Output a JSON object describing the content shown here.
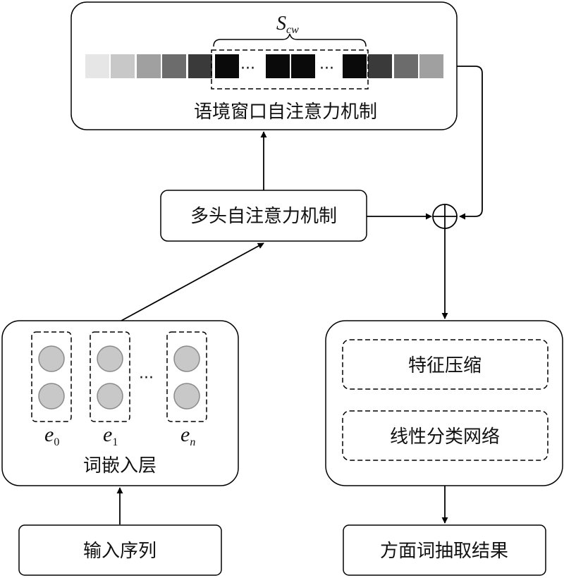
{
  "labels": {
    "context_window_attention": "语境窗口自注意力机制",
    "multihead_attention": "多头自注意力机制",
    "word_embedding": "词嵌入层",
    "input_sequence": "输入序列",
    "feature_compression": "特征压缩",
    "linear_classifier": "线性分类网络",
    "result": "方面词抽取结果"
  },
  "window_label": {
    "main": "S",
    "sub": "cw"
  },
  "embeddings": [
    {
      "main": "e",
      "sub": "0"
    },
    {
      "main": "e",
      "sub": "1"
    },
    {
      "main": "e",
      "sub": "n"
    }
  ],
  "ellipsis": "···",
  "attention_cells": {
    "left": [
      "#e6e6e6",
      "#c8c8c8",
      "#a0a0a0",
      "#6c6c6c",
      "#3a3a3a"
    ],
    "window": [
      "#0a0a0a",
      "#0a0a0a",
      "#0a0a0a",
      "#0a0a0a"
    ],
    "right": [
      "#3a3a3a",
      "#6c6c6c",
      "#a0a0a0"
    ]
  },
  "colors": {
    "stroke": "#000000",
    "node_fill": "#c8c8c8"
  }
}
